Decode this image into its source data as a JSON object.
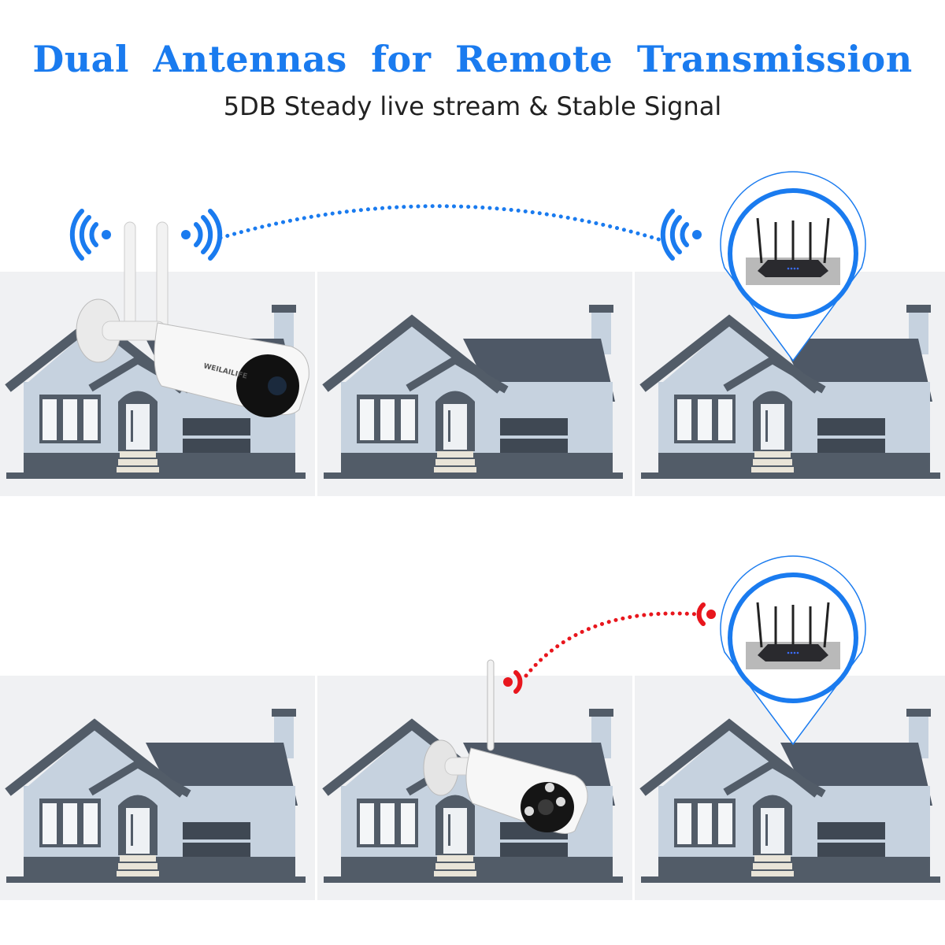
{
  "header": {
    "title": "Dual Antennas for Remote Transmission",
    "subtitle": "5DB Steady live stream & Stable Signal"
  },
  "camera": {
    "brand": "WEILAILIFE"
  },
  "colors": {
    "accent_blue": "#1a7bef",
    "signal_red": "#e8161d",
    "house_dark": "#525c68",
    "house_light": "#c6d2df"
  }
}
